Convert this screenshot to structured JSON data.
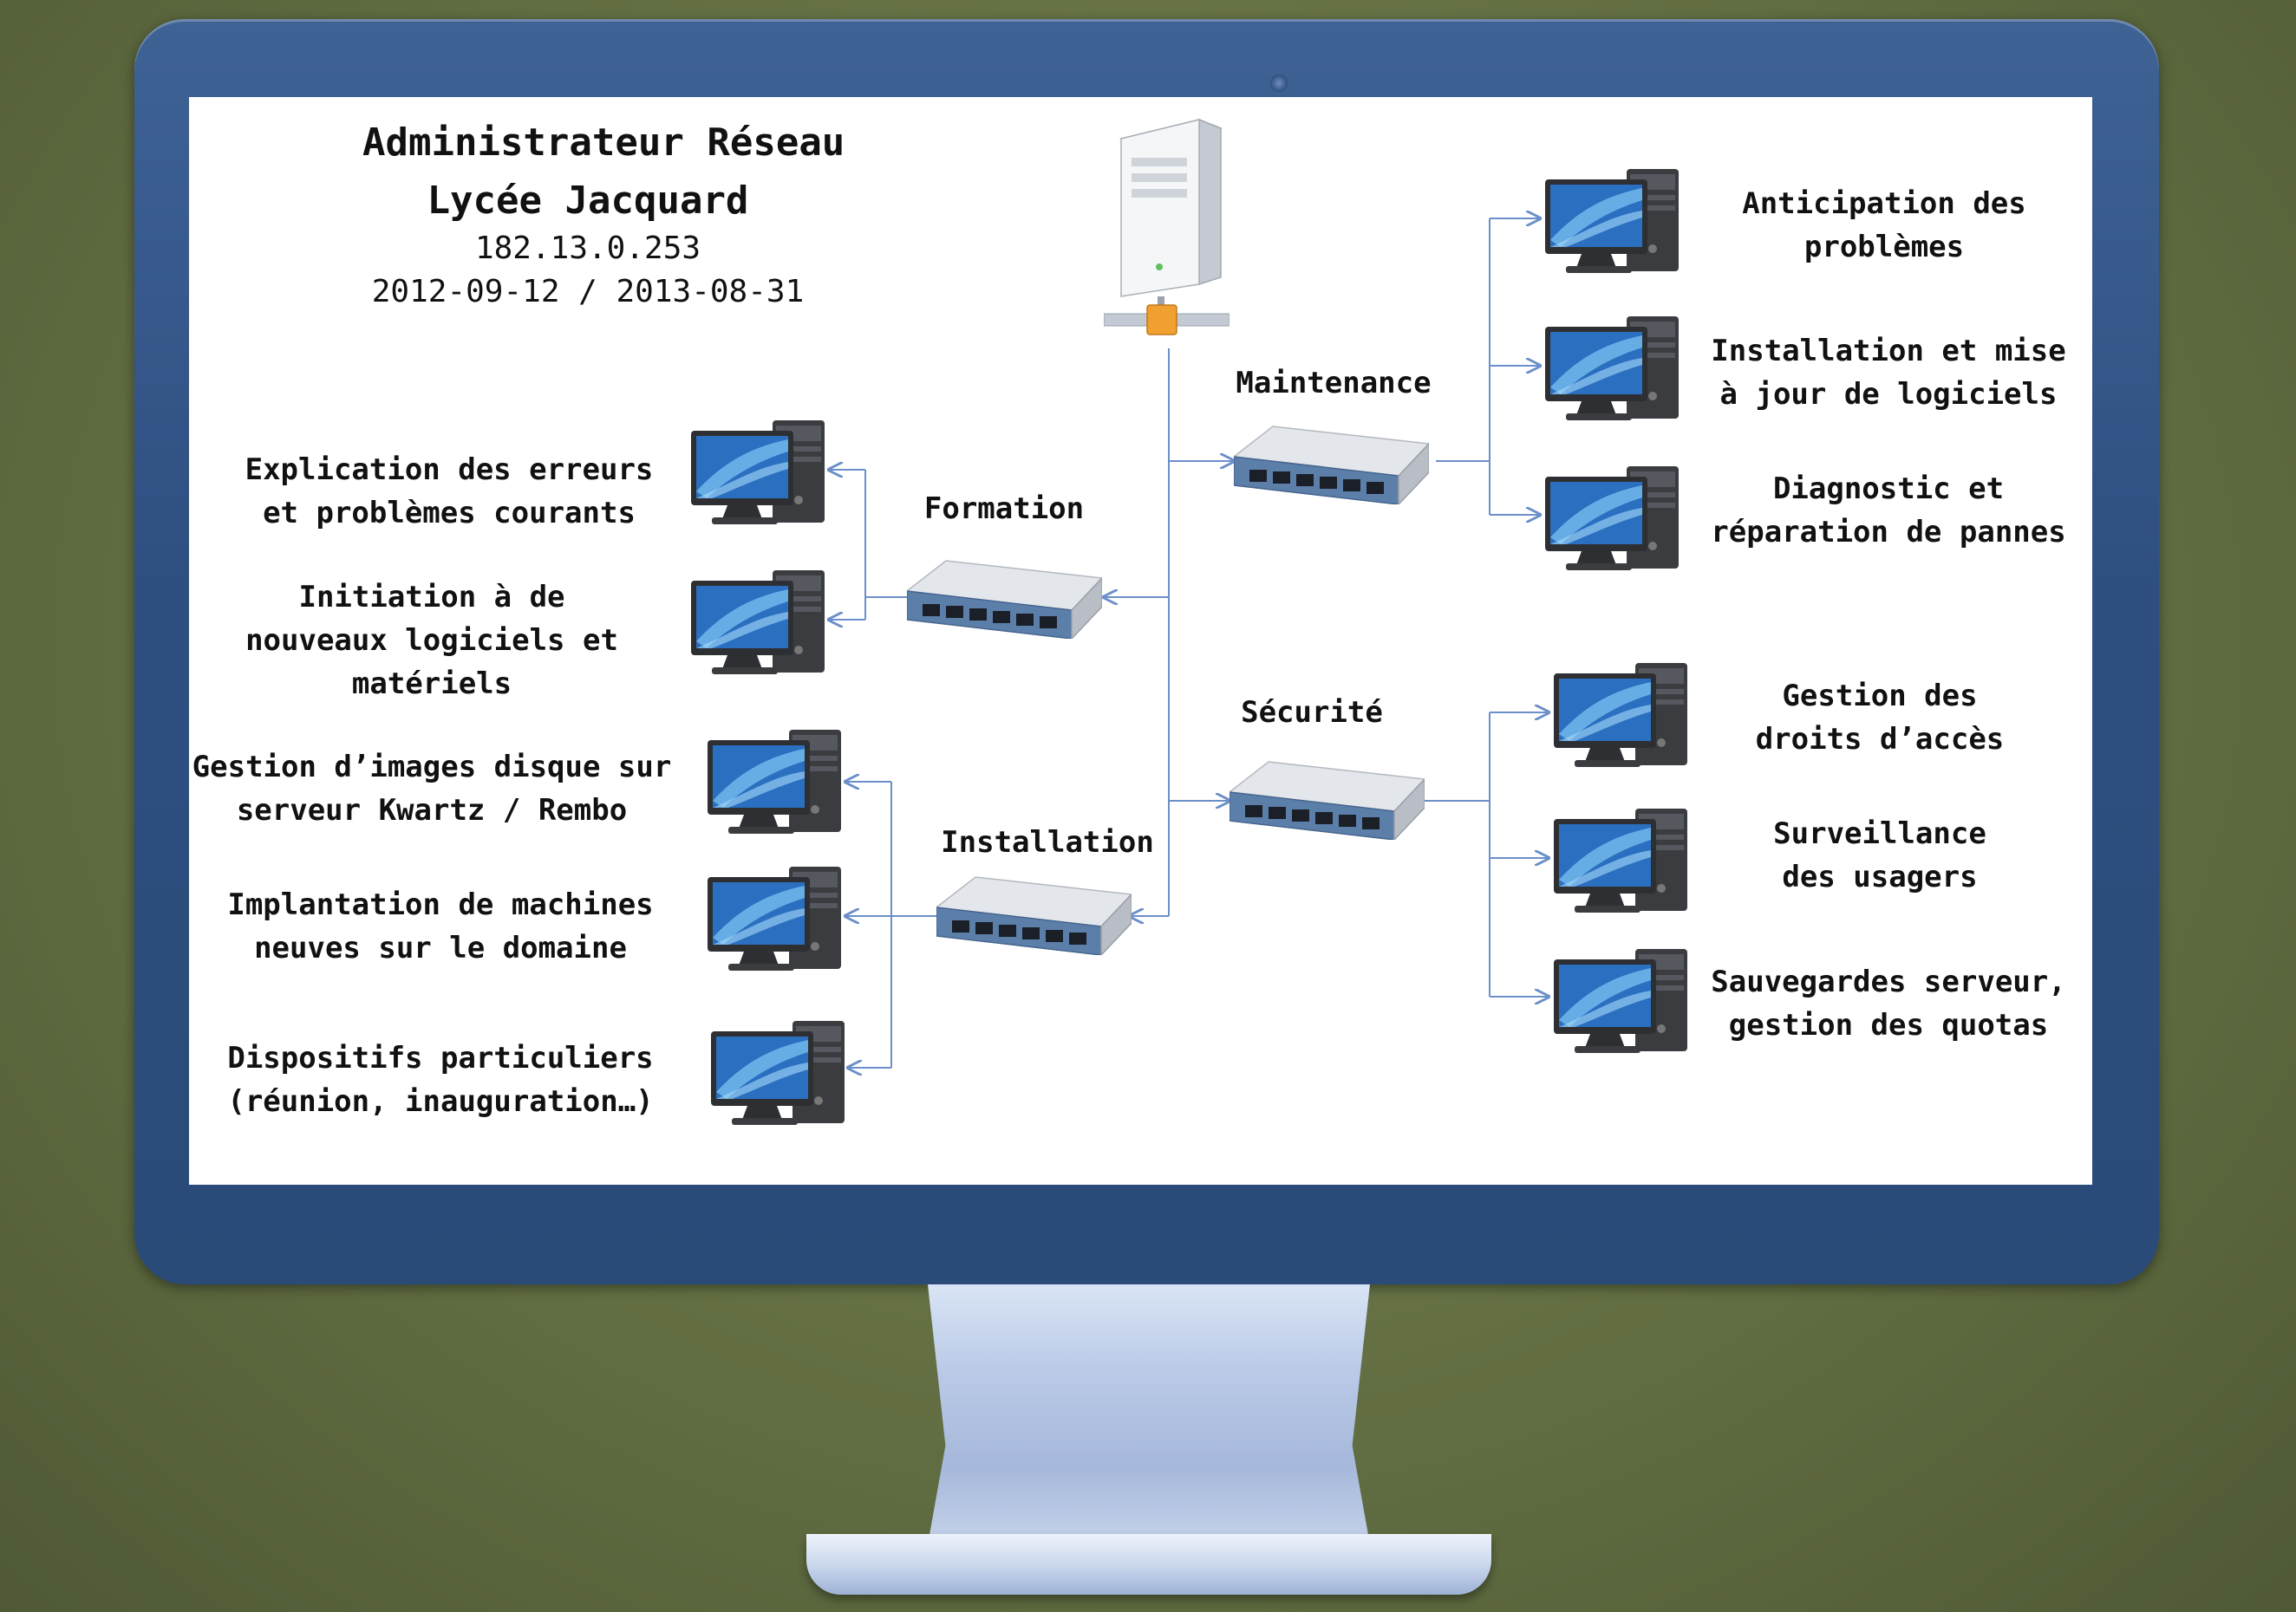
{
  "header": {
    "title_line1": "Administrateur Réseau",
    "title_line2": "Lycée Jacquard",
    "ip": "182.13.0.253",
    "dates": "2012-09-12 / 2013-08-31"
  },
  "branches": {
    "maintenance": {
      "label": "Maintenance",
      "tasks": [
        {
          "line1": "Anticipation des",
          "line2": "problèmes"
        },
        {
          "line1": "Installation et mise",
          "line2": "à jour de logiciels"
        },
        {
          "line1": "Diagnostic et",
          "line2": "réparation de pannes"
        }
      ]
    },
    "formation": {
      "label": "Formation",
      "tasks": [
        {
          "line1": "Explication des erreurs",
          "line2": "et problèmes courants"
        },
        {
          "line1": "Initiation à de",
          "line2": "nouveaux logiciels et",
          "line3": "matériels"
        }
      ]
    },
    "securite": {
      "label": "Sécurité",
      "tasks": [
        {
          "line1": "Gestion des",
          "line2": "droits d’accès"
        },
        {
          "line1": "Surveillance",
          "line2": "des usagers"
        },
        {
          "line1": "Sauvegardes serveur,",
          "line2": "gestion des quotas"
        }
      ]
    },
    "installation": {
      "label": "Installation",
      "tasks": [
        {
          "line1": "Gestion d’images disque sur",
          "line2": "serveur Kwartz / Rembo"
        },
        {
          "line1": "Implantation de machines",
          "line2": "neuves sur le domaine"
        },
        {
          "line1": "Dispositifs particuliers",
          "line2": "(réunion, inauguration…)"
        }
      ]
    }
  },
  "colors": {
    "wire": "#6b8fc8",
    "monitor_frame": "#2e4f80",
    "screen_bg": "#ffffff",
    "pc_screen": "#2a6fc0",
    "server_led": "#f0a030"
  }
}
